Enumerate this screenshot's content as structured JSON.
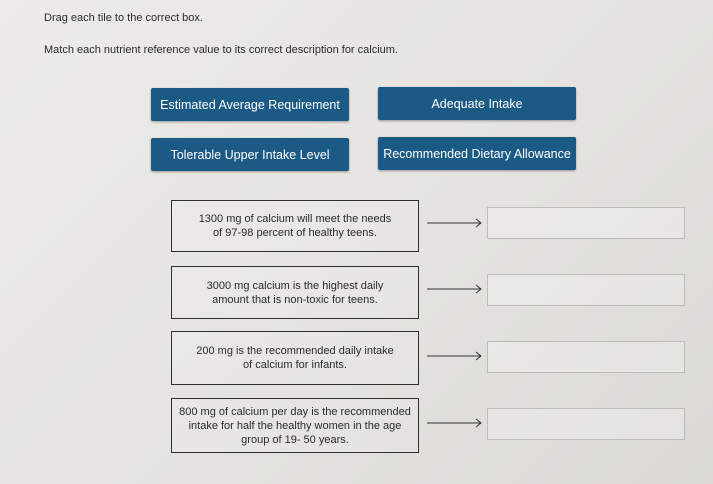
{
  "instructions": {
    "line1": "Drag each tile to the correct box.",
    "line2": "Match each nutrient reference value to its correct description for calcium."
  },
  "tiles": [
    "Estimated Average Requirement",
    "Adequate Intake",
    "Tolerable Upper Intake Level",
    "Recommended Dietary Allowance"
  ],
  "descriptions": [
    [
      "1300 mg of calcium will meet the needs",
      "of 97-98 percent of healthy teens."
    ],
    [
      "3000 mg calcium is the highest daily",
      "amount that is non-toxic for teens."
    ],
    [
      "200 mg is the recommended daily intake",
      "of calcium for infants."
    ],
    [
      "800 mg of calcium per day is the recommended",
      "intake for half the healthy women in the age",
      "group of 19- 50 years."
    ]
  ],
  "drop_targets": [
    "",
    "",
    "",
    ""
  ],
  "colors": {
    "tile_bg": "#1c5a86",
    "tile_text": "#ffffff"
  }
}
